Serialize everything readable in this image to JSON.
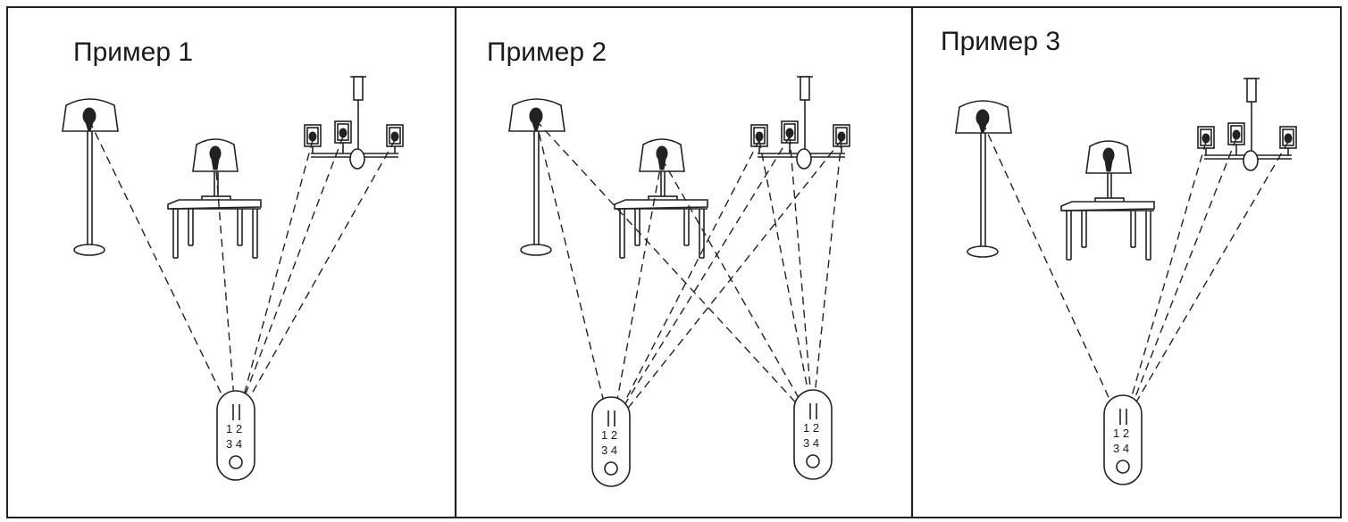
{
  "panels": [
    {
      "title": "Пример 1",
      "links": [
        [
          "floor",
          0
        ],
        [
          "table",
          0
        ],
        [
          "chand1",
          0
        ],
        [
          "chand2",
          0
        ],
        [
          "chand3",
          0
        ]
      ]
    },
    {
      "title": "Пример 2",
      "links": [
        [
          "floor",
          0
        ],
        [
          "floor",
          1
        ],
        [
          "table",
          0
        ],
        [
          "table",
          1
        ],
        [
          "chand1",
          0
        ],
        [
          "chand1",
          1
        ],
        [
          "chand2",
          0
        ],
        [
          "chand2",
          1
        ],
        [
          "chand3",
          0
        ],
        [
          "chand3",
          1
        ]
      ]
    },
    {
      "title": "Пример 3",
      "links": [
        [
          "floor",
          0
        ],
        [
          "chand1",
          0
        ],
        [
          "chand2",
          0
        ],
        [
          "chand3",
          0
        ]
      ]
    }
  ],
  "remote_buttons": {
    "row1": "1 2",
    "row2": "3 4"
  }
}
